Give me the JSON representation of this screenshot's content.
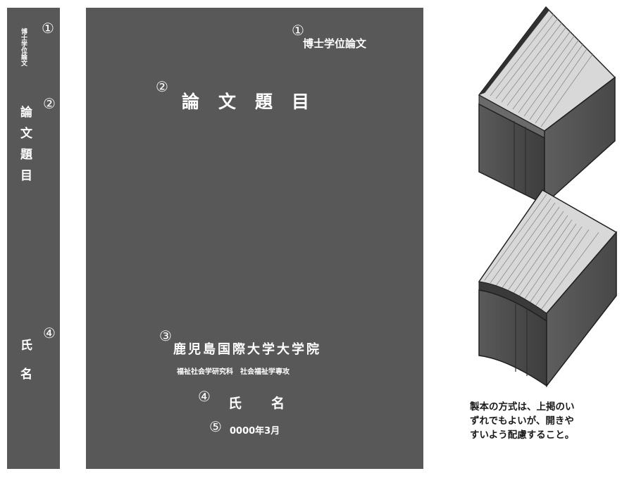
{
  "spine": {
    "num1": "①",
    "degree": "博士学位論文",
    "num2": "②",
    "title": "論文題目",
    "num4": "④",
    "name": "氏名"
  },
  "cover": {
    "num1": "①",
    "degree": "博士学位論文",
    "num2": "②",
    "title": "論文題目",
    "num3": "③",
    "school": "鹿児島国際大学大学院",
    "department": "福祉社会学研究科　社会福祉学専攻",
    "num4": "④",
    "name": "氏名",
    "num5": "⑤",
    "date": "0000年3月"
  },
  "note": {
    "line1": "製本の方式は、上掲のい",
    "line2": "ずれでもよいが、開きや",
    "line3": "すいよう配慮すること。"
  },
  "colors": {
    "cover": "#585858",
    "text": "#ffffff",
    "page_edges": "#d4d4d4"
  }
}
